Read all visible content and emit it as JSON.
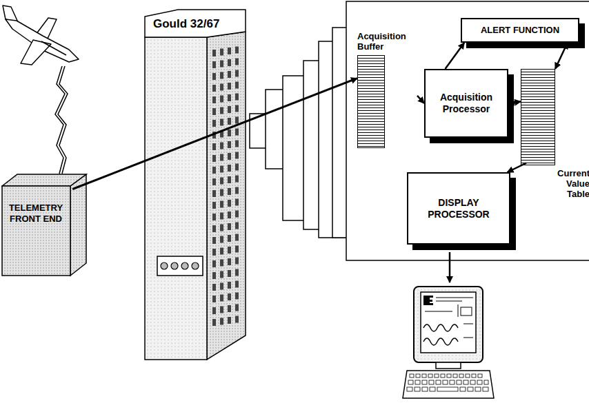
{
  "diagram": {
    "nodes": [
      {
        "text": [
          "Gould 32/67"
        ]
      },
      {
        "text": [
          "Acquisition Buffer"
        ]
      },
      {
        "text": [
          "ALERT FUNCTION"
        ]
      },
      {
        "text": [
          "Acquisition Processor"
        ]
      },
      {
        "text": [
          "Current Value Table"
        ]
      },
      {
        "text": [
          "TELEMETRY FRONT END"
        ]
      },
      {
        "text": [
          "DISPLAY PROCESSOR"
        ]
      }
    ],
    "edges": [
      {
        "from": 5,
        "to": 1,
        "arrow": "to"
      },
      {
        "from": 1,
        "to": 3,
        "arrow": "to"
      },
      {
        "from": 3,
        "to": 2,
        "arrow": "to"
      },
      {
        "from": 2,
        "to": 4,
        "arrow": "both"
      },
      {
        "from": 3,
        "to": 4,
        "arrow": "both"
      },
      {
        "from": 4,
        "to": 6,
        "arrow": "to"
      }
    ]
  }
}
